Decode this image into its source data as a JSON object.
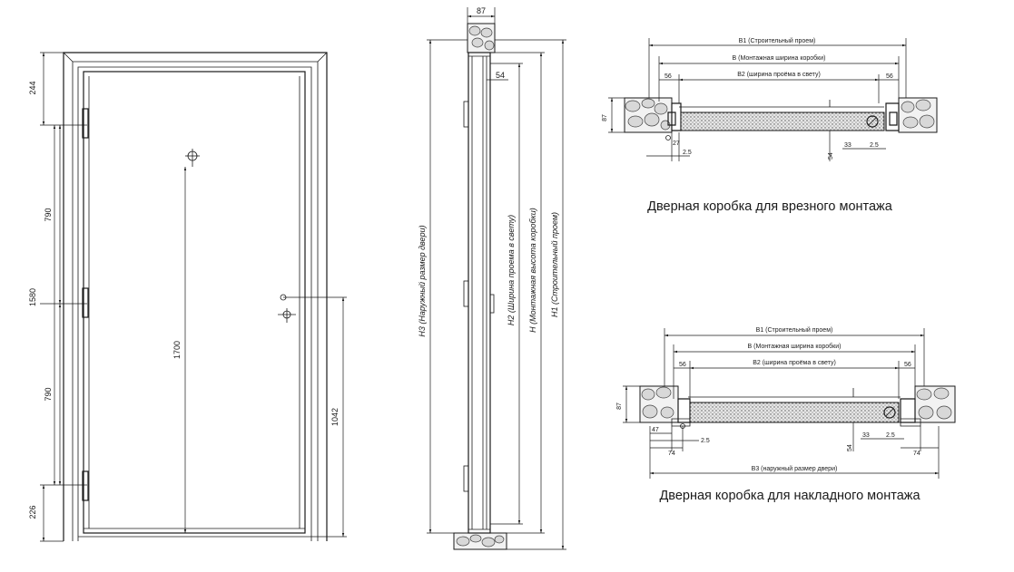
{
  "front_view": {
    "dims_left": {
      "top": "244",
      "middle_upper": "790",
      "total": "1580",
      "middle_lower": "790",
      "bottom": "226"
    },
    "dim_peephole_height": "1700",
    "dim_handle_height": "1042"
  },
  "side_view": {
    "dim_frame_depth": "87",
    "dim_leaf_thickness": "54",
    "label_h3": "H3 (Наружный размер двери)",
    "label_h2": "H2 (Ширина проема в свету)",
    "label_h": "H (Монтажная высота коробки)",
    "label_h1": "H1 (Строительный проем)"
  },
  "mortise_section": {
    "caption": "Дверная коробка для врезного монтажа",
    "label_b1": "B1 (Строительный проем)",
    "label_b": "B (Монтажная ширина коробки)",
    "label_b2": "B2 (ширина проёма в свету)",
    "dim_left_56": "56",
    "dim_right_56": "56",
    "dim_wall": "87",
    "dim_27": "27",
    "dim_25_left": "2.5",
    "dim_33": "33",
    "dim_25_right": "2.5",
    "dim_54": "54"
  },
  "overlay_section": {
    "caption": "Дверная коробка для накладного монтажа",
    "label_b1": "B1 (Строительный проем)",
    "label_b": "B (Монтажная ширина коробки)",
    "label_b2": "B2 (ширина проёма в свету)",
    "label_b3": "B3 (наружный размер двери)",
    "dim_left_56": "56",
    "dim_right_56": "56",
    "dim_wall": "87",
    "dim_47": "47",
    "dim_74_left": "74",
    "dim_25_left": "2.5",
    "dim_33": "33",
    "dim_25_right": "2.5",
    "dim_54": "54",
    "dim_74_right": "74"
  }
}
